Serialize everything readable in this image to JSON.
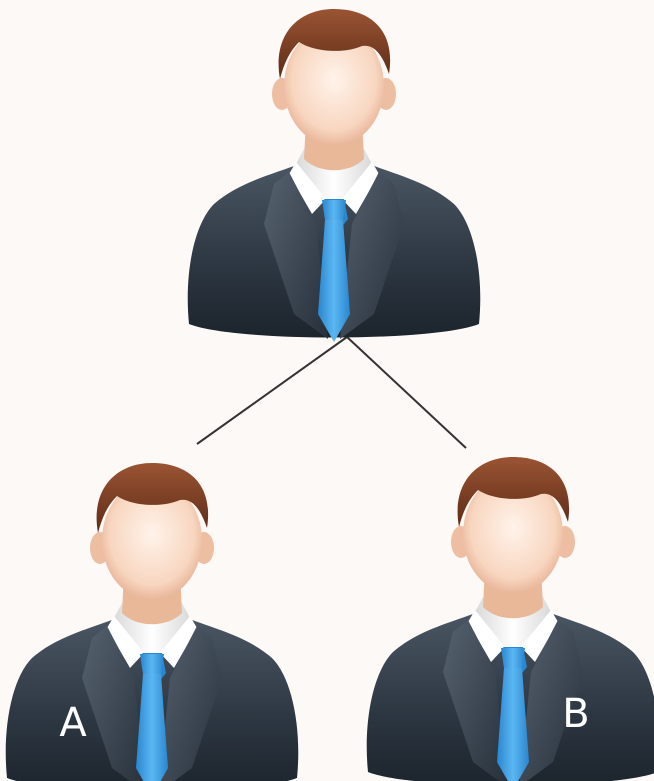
{
  "diagram": {
    "nodes": [
      {
        "id": "top",
        "label": "",
        "icon": "businessman-icon"
      },
      {
        "id": "left",
        "label": "A",
        "icon": "businessman-icon"
      },
      {
        "id": "right",
        "label": "B",
        "icon": "businessman-icon"
      }
    ],
    "edges": [
      {
        "from": "top",
        "to": "left"
      },
      {
        "from": "top",
        "to": "right"
      }
    ]
  },
  "colors": {
    "background": "#fdf9f7",
    "suit": "#2f3a45",
    "tie": "#3b9ee0",
    "hair": "#7a3e24",
    "skin": "#f6d3bd",
    "shirt": "#f2f2f2",
    "connector": "#333333"
  }
}
